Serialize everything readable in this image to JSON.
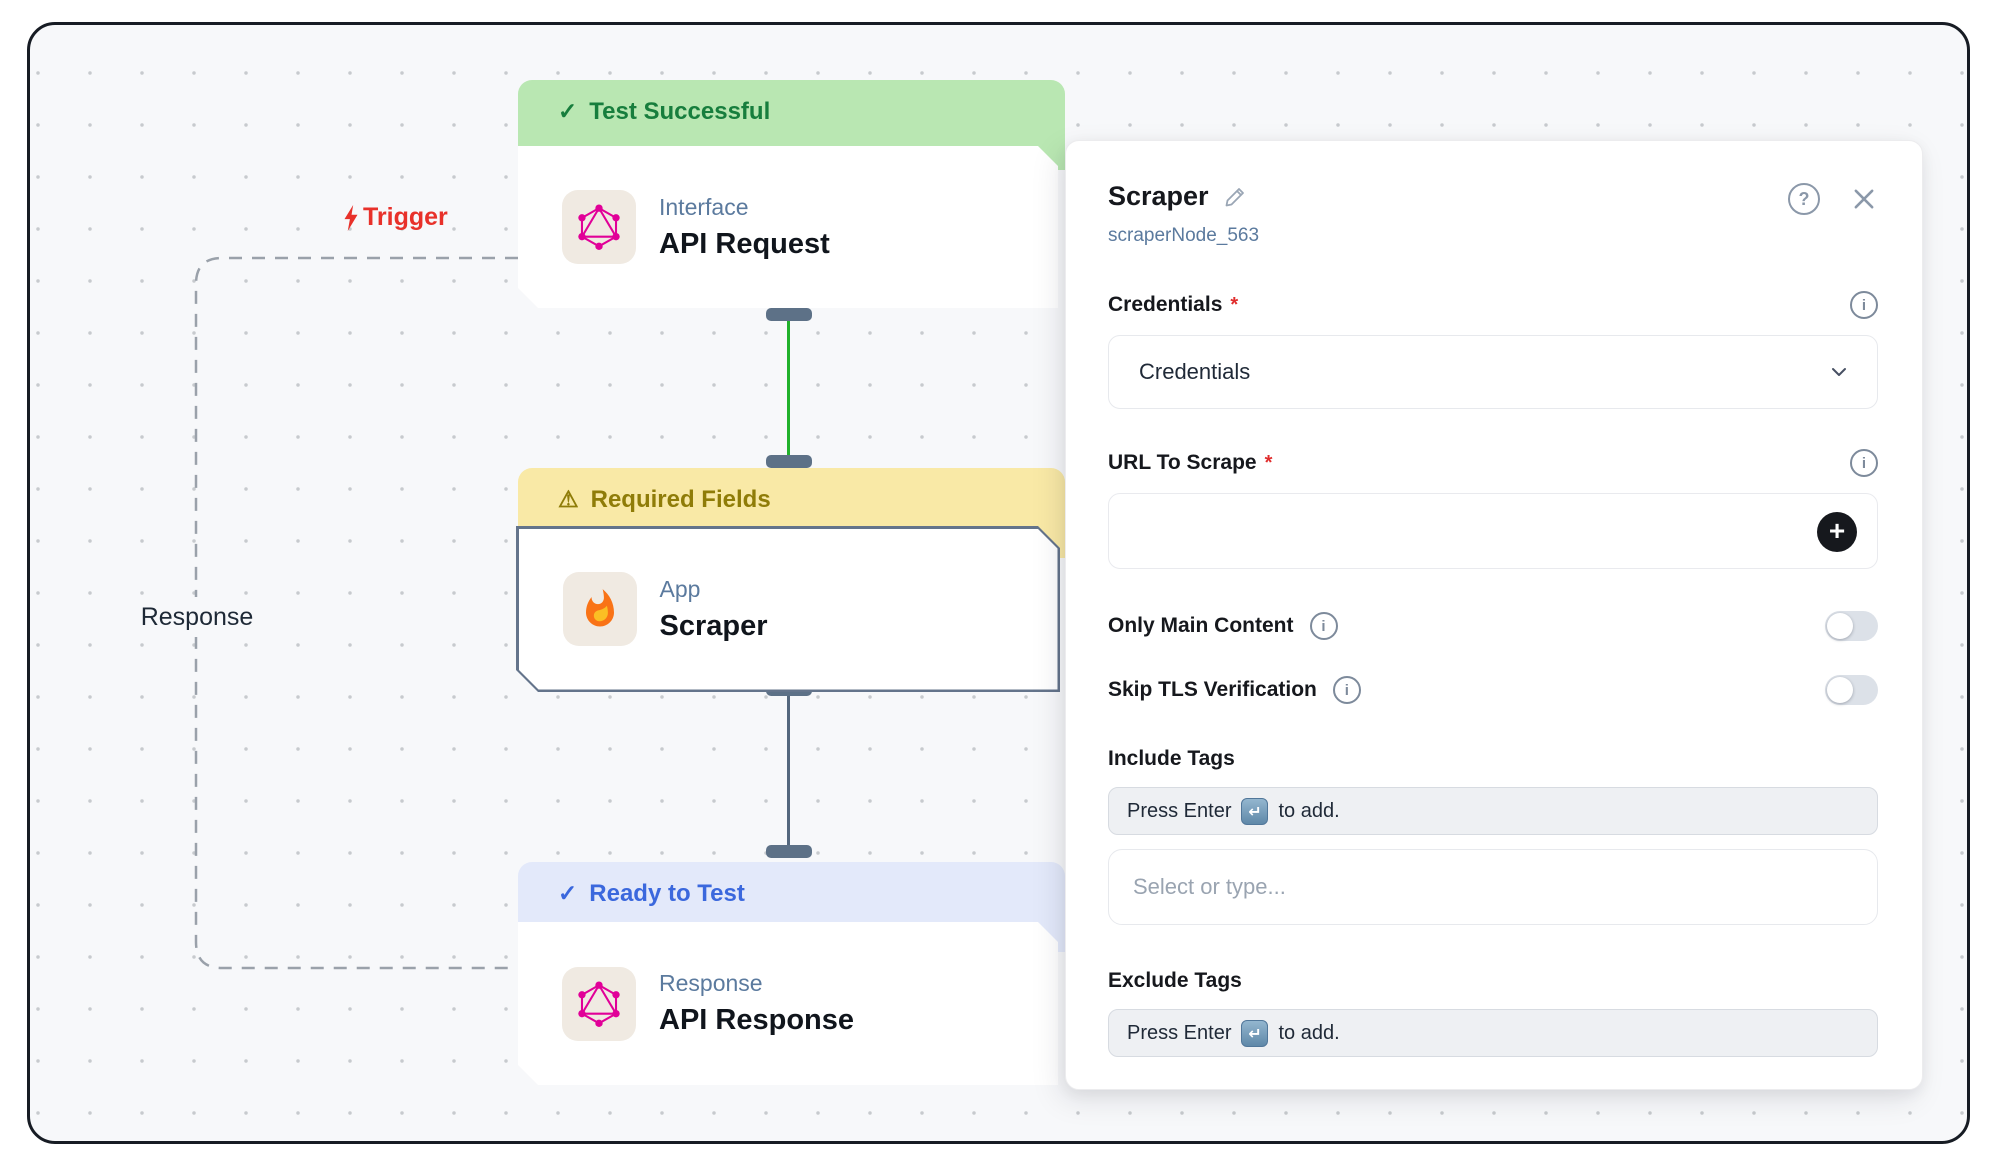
{
  "canvas": {
    "trigger": {
      "label": "Trigger"
    },
    "loop_label": "Response",
    "nodes": [
      {
        "status": "Test Successful",
        "status_icon": "✓",
        "category": "Interface",
        "title": "API Request",
        "icon": "graphql"
      },
      {
        "status": "Required Fields",
        "status_icon": "⚠",
        "category": "App",
        "title": "Scraper",
        "icon": "fire"
      },
      {
        "status": "Ready to Test",
        "status_icon": "✓",
        "category": "Response",
        "title": "API Response",
        "icon": "graphql"
      }
    ]
  },
  "panel": {
    "title": "Scraper",
    "node_id": "scraperNode_563",
    "help_glyph": "?",
    "info_glyph": "i",
    "credentials": {
      "label": "Credentials",
      "required_mark": "*",
      "value": "Credentials"
    },
    "url": {
      "label": "URL To Scrape",
      "required_mark": "*",
      "value": "",
      "add_button": "+"
    },
    "toggles": [
      {
        "label": "Only Main Content",
        "state": "off"
      },
      {
        "label": "Skip TLS Verification",
        "state": "off"
      }
    ],
    "include_tags": {
      "label": "Include Tags",
      "hint_before": "Press Enter",
      "hint_key": "↵",
      "hint_after": "to add.",
      "placeholder": "Select or type..."
    },
    "exclude_tags": {
      "label": "Exclude Tags",
      "hint_before": "Press Enter",
      "hint_key": "↵",
      "hint_after": "to add."
    }
  },
  "colors": {
    "canvas_bg": "#f7f8fa",
    "success_bg": "#b9e7b2",
    "success_text": "#177e3d",
    "warning_bg": "#f9e9a6",
    "warning_text": "#8f7c08",
    "ready_bg": "#e3e9fa",
    "ready_text": "#3b68dd",
    "trigger_red": "#e8312a",
    "graphql_pink": "#e10098",
    "connector_green": "#21b12b",
    "connector_slate": "#54677d",
    "node_border": "#64748b"
  }
}
